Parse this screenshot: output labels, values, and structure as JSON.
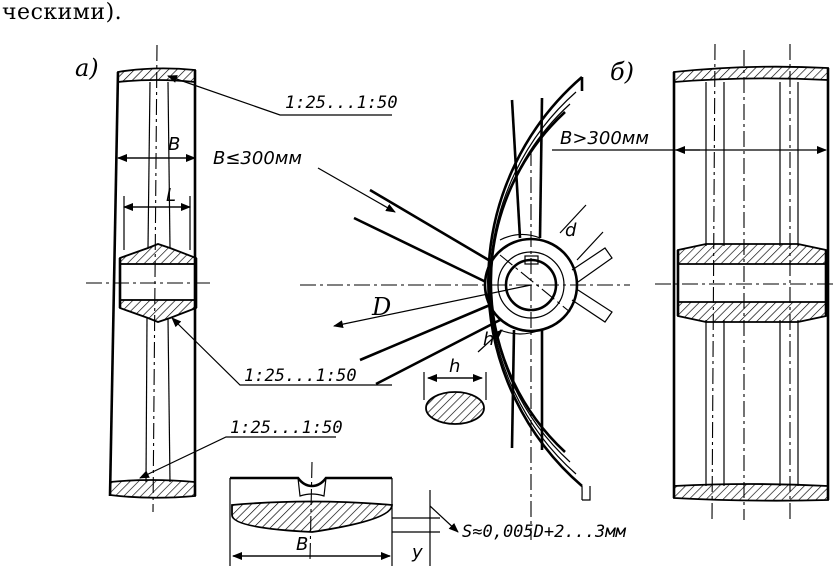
{
  "caption": "ческими).",
  "views": {
    "a_label": "а)",
    "b_label": "б)"
  },
  "labels": {
    "taper_top": "1:25...1:50",
    "taper_mid": "1:25...1:50",
    "taper_bottom": "1:25...1:50",
    "B_left": "B",
    "L_left": "L",
    "B_small": "B≤300мм",
    "B_large": "B>300мм",
    "D": "D",
    "d": "d",
    "h_hub": "h",
    "h_section": "h",
    "S_formula": "S≈0,005D+2...3мм",
    "B_rim": "B",
    "y": "y"
  }
}
